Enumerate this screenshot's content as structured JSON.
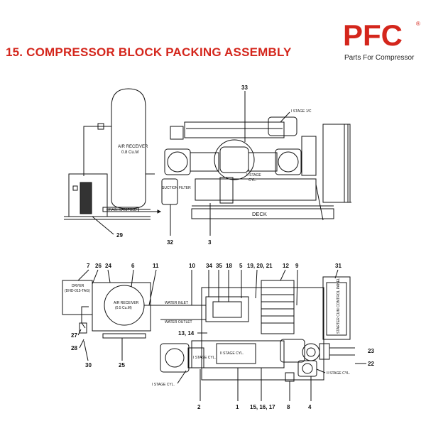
{
  "header": {
    "title": "15. COMPRESSOR BLOCK PACKING ASSEMBLY",
    "logo_text": "PFC",
    "tagline": "Parts For Compressor",
    "registered_mark": "®"
  },
  "colors": {
    "brand_red": "#d4261c",
    "line": "#111111"
  },
  "top_view": {
    "labels": {
      "air_receiver": "AIR RECEIVER",
      "air_receiver_cap": "0.8 Cu.M",
      "suction_filter": "SUCTION FILTER",
      "stage_1c": "I STAGE 1/C",
      "stage_2": "II STAGE",
      "stage_2b": "CYL.",
      "deck": "DECK",
      "drain_manifold": "DRAIN MANIFOLD"
    },
    "callouts": [
      "33",
      "29",
      "32",
      "3"
    ]
  },
  "bottom_view": {
    "labels": {
      "dryer": "DRYER",
      "dryer_model": "(DHD-015-TAG)",
      "air_receiver": "AIR RECEIVER",
      "air_receiver_cap": "(0.5 Cu.M)",
      "water_inlet": "WATER INLET",
      "water_outlet": "WATER OUTLET",
      "starter_panel": "STARTER CUM CONTROL PANEL",
      "stage_1_cyl": "I STAGE CYL.",
      "stage_2_cyl": "II STAGE CYL.",
      "stage_2_inner": "II STAGE CYL.",
      "stage_1_inner": "I STAGE CYL."
    },
    "callouts_top": [
      "7",
      "26",
      "24",
      "6",
      "11",
      "10",
      "34",
      "35",
      "18",
      "5",
      "19, 20, 21",
      "12",
      "9",
      "31"
    ],
    "callouts_side": [
      "13, 14",
      "27",
      "28",
      "30",
      "25",
      "23",
      "22"
    ],
    "callouts_bottom": [
      "2",
      "1",
      "15, 16, 17",
      "8",
      "4"
    ]
  }
}
